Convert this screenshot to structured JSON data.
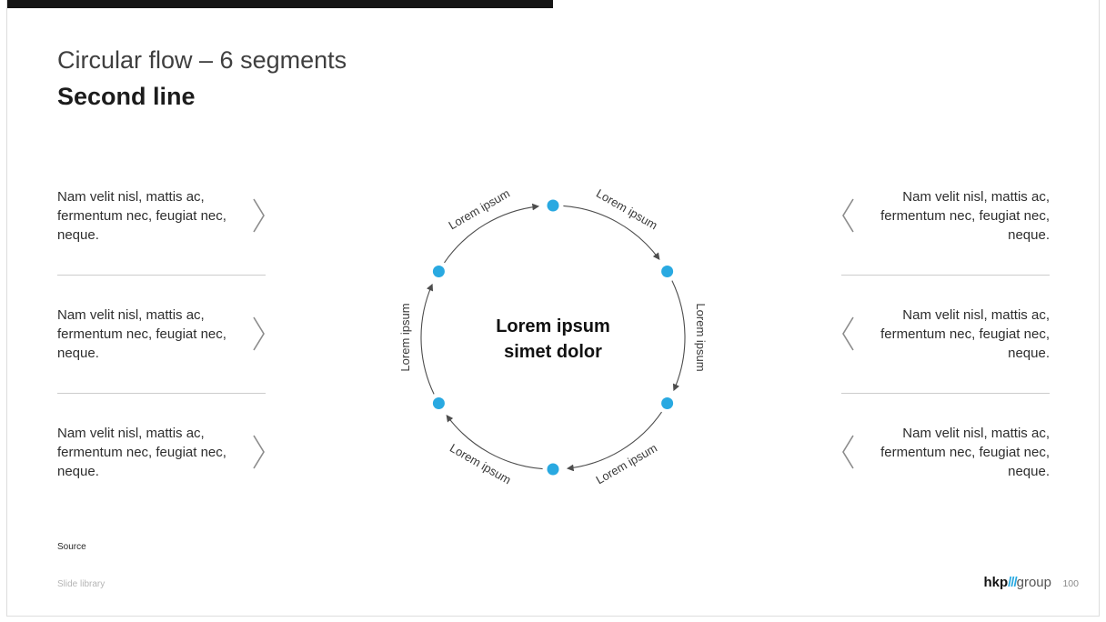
{
  "slide": {
    "accent_color": "#29a9e1",
    "title_line1": "Circular flow – 6 segments",
    "title_line2": "Second line",
    "left_items": [
      {
        "lines": [
          "Nam velit nisl, mattis ac,",
          "fermentum nec, feugiat nec,",
          "neque."
        ]
      },
      {
        "lines": [
          "Nam velit nisl, mattis ac,",
          "fermentum nec, feugiat nec,",
          "neque."
        ]
      },
      {
        "lines": [
          "Nam velit nisl, mattis ac,",
          "fermentum nec, feugiat nec,",
          "neque."
        ]
      }
    ],
    "right_items": [
      {
        "lines": [
          "Nam velit nisl, mattis ac,",
          "fermentum nec, feugiat nec,",
          "neque."
        ]
      },
      {
        "lines": [
          "Nam velit nisl, mattis ac,",
          "fermentum nec, feugiat nec,",
          "neque."
        ]
      },
      {
        "lines": [
          "Nam velit nisl, mattis ac,",
          "fermentum nec, feugiat nec,",
          "neque."
        ]
      }
    ],
    "diagram": {
      "dot_color": "#29a9e1",
      "segment_labels": [
        "Lorem ipsum",
        "Lorem ipsum",
        "Lorem ipsum",
        "Lorem ipsum",
        "Lorem ipsum",
        "Lorem ipsum"
      ],
      "center_line1": "Lorem ipsum",
      "center_line2": "simet dolor"
    },
    "footer": {
      "source_label": "Source",
      "library_label": "Slide library",
      "logo_hkp": "hkp",
      "logo_slashes": "///",
      "logo_group": "group",
      "page_number": "100"
    }
  }
}
